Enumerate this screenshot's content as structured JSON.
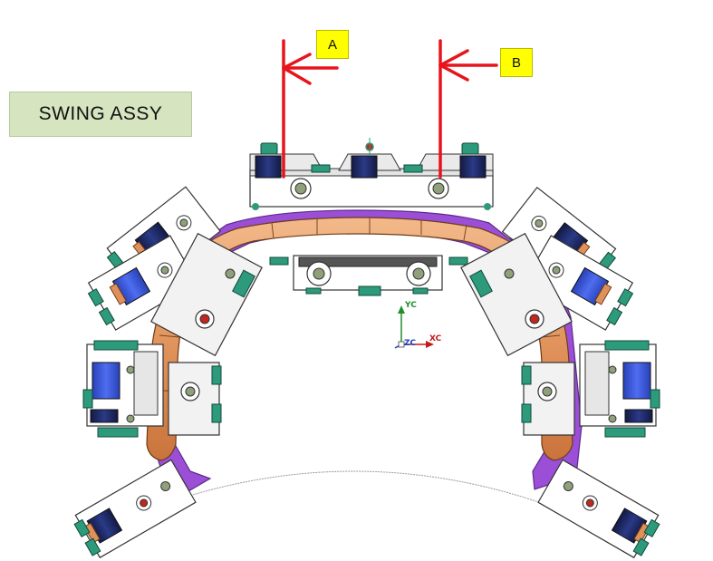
{
  "title": "SWING ASSY",
  "markers": {
    "a": "A",
    "b": "B"
  },
  "axes": {
    "yc": "YC",
    "xc": "XC",
    "zc": "ZC"
  },
  "colors": {
    "section_line": "#e8141b",
    "marker_fill": "#ffff00",
    "title_fill": "#d6e4bf",
    "guide_rail": "#e29a63",
    "rail_backing": "#9b4fd6",
    "bracket": "#ffffff",
    "motor": "#1f2a63",
    "motor_accent": "#3c59d8",
    "fitting": "#2e9a7c",
    "hub": "#c0271f"
  },
  "icons": [
    "section-cut-arrow",
    "coordinate-triad-icon",
    "roller-wheel-icon",
    "drive-motor-icon"
  ]
}
